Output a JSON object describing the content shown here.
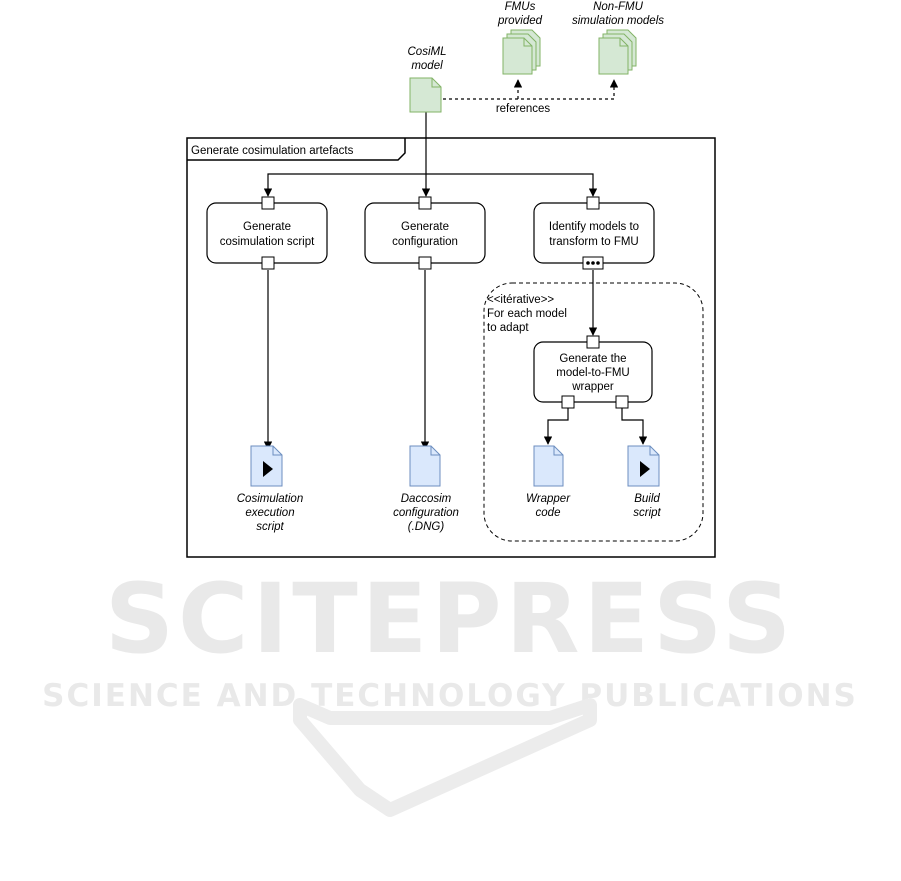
{
  "frame": {
    "title": "Generate cosimulation artefacts"
  },
  "inputs": {
    "cosiml": [
      "CosiML",
      "model"
    ],
    "fmus": [
      "FMUs",
      "provided"
    ],
    "nonfmu": [
      "Non-FMU",
      "simulation models"
    ],
    "references_label": "references"
  },
  "actions": {
    "gen_script": [
      "Generate",
      "cosimulation script"
    ],
    "gen_config": [
      "Generate",
      "configuration"
    ],
    "identify": [
      "Identify models to",
      "transform to FMU"
    ],
    "wrapper": [
      "Generate the",
      "model-to-FMU",
      "wrapper"
    ]
  },
  "region": {
    "stereotype": "<<itérative>>",
    "label": [
      "For each model",
      "to adapt"
    ]
  },
  "outputs": {
    "cosim_script": [
      "Cosimulation",
      "execution",
      "script"
    ],
    "daccosim": [
      "Daccosim",
      "configuration",
      "(.DNG)"
    ],
    "wrapper_code": [
      "Wrapper",
      "code"
    ],
    "build_script": [
      "Build",
      "script"
    ]
  },
  "watermark": {
    "main": "SCITEPRESS",
    "sub": "SCIENCE AND TECHNOLOGY PUBLICATIONS"
  },
  "colors": {
    "green_fill": "#d5e8d4",
    "green_stroke": "#82b366",
    "blue_fill": "#dae8fc",
    "blue_stroke": "#6c8ebf",
    "watermark": "#e9e9e9"
  }
}
